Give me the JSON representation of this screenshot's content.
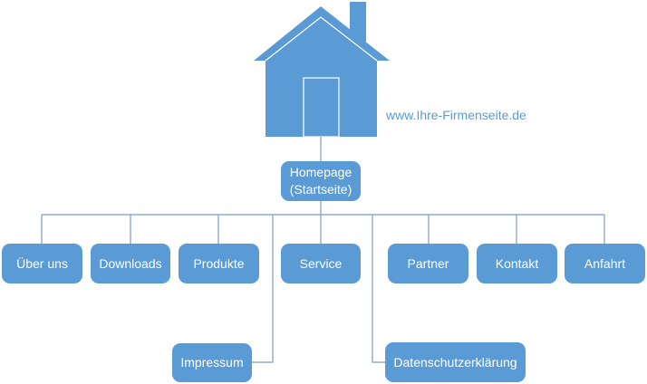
{
  "website": "www.Ihre-Firmenseite.de",
  "root": {
    "label_line1": "Homepage",
    "label_line2": "(Startseite)"
  },
  "pages": [
    "Über uns",
    "Downloads",
    "Produkte",
    "Service",
    "Partner",
    "Kontakt",
    "Anfahrt"
  ],
  "sub_pages": [
    "Impressum",
    "Datenschutzerklärung"
  ],
  "colors": {
    "box": "#5b9bd5",
    "line": "#7a9cc0",
    "text": "#ffffff"
  }
}
